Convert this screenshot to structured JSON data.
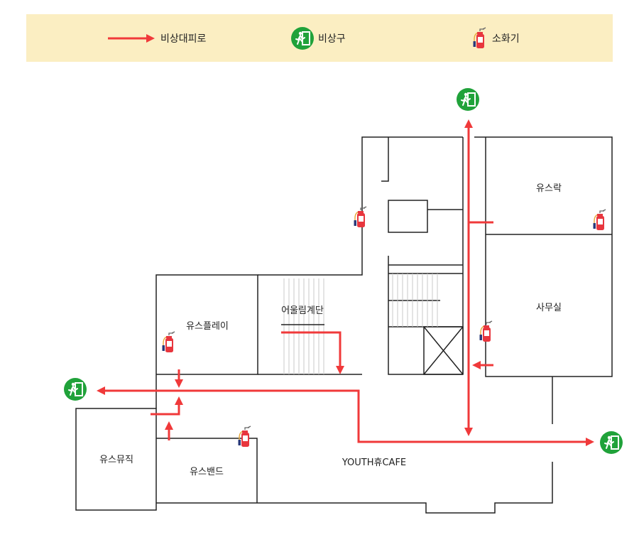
{
  "legend": {
    "route_label": "비상대피로",
    "exit_label": "비상구",
    "extinguisher_label": "소화기"
  },
  "rooms": {
    "youth_play": "유스플레이",
    "stairs": "어울림계단",
    "youth_lounge": "유스락",
    "office": "사무실",
    "youth_music": "유스뮤직",
    "youth_band": "유스밴드",
    "cafe": "YOUTH휴CAFE"
  },
  "colors": {
    "route": "#f0393a",
    "exit": "#20a23a",
    "extinguisher": "#e8363e",
    "legend_bg": "#fbeec2",
    "wall": "#222222"
  }
}
